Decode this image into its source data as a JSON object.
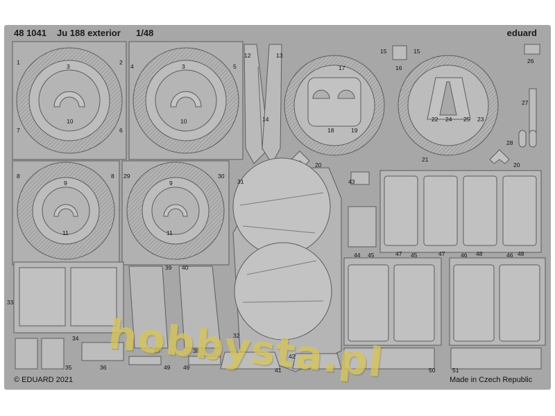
{
  "header": {
    "catalog_number": "48 1041",
    "title": "Ju 188 exterior",
    "scale": "1/48",
    "brand": "eduard"
  },
  "footer": {
    "copyright": "© EDUARD 2021",
    "origin": "Made in Czech Republic"
  },
  "watermark": {
    "text": "hobbysta.pl"
  },
  "part_numbers": {
    "p1": "1",
    "p2": "2",
    "p3": "3",
    "p3b": "3",
    "p4": "4",
    "p5": "5",
    "p6": "6",
    "p7": "7",
    "p8": "8",
    "p8b": "8",
    "p9": "9",
    "p9b": "9",
    "p10": "10",
    "p10b": "10",
    "p11": "11",
    "p11b": "11",
    "p12": "12",
    "p13": "13",
    "p14": "14",
    "p15": "15",
    "p15b": "15",
    "p16": "16",
    "p17": "17",
    "p18": "18",
    "p19": "19",
    "p20": "20",
    "p20b": "20",
    "p21": "21",
    "p22": "22",
    "p23": "23",
    "p24": "24",
    "p25": "25",
    "p26": "26",
    "p27": "27",
    "p28": "28",
    "p29": "29",
    "p30": "30",
    "p31": "31",
    "p32": "32",
    "p33": "33",
    "p34": "34",
    "p35": "35",
    "p36": "36",
    "p37": "37",
    "p38": "38",
    "p39": "39",
    "p40": "40",
    "p41": "41",
    "p42": "42",
    "p43": "43",
    "p44": "44",
    "p45": "45",
    "p45b": "45",
    "p46": "46",
    "p46b": "46",
    "p47": "47",
    "p47b": "47",
    "p48": "48",
    "p48b": "48",
    "p49": "49",
    "p49b": "49",
    "p50": "50",
    "p51": "51"
  },
  "colors": {
    "fret": "#a7a7a7",
    "part_fill": "#b9b9b9",
    "part_stroke": "#5c5c5c",
    "watermark": "#d7c45a"
  }
}
